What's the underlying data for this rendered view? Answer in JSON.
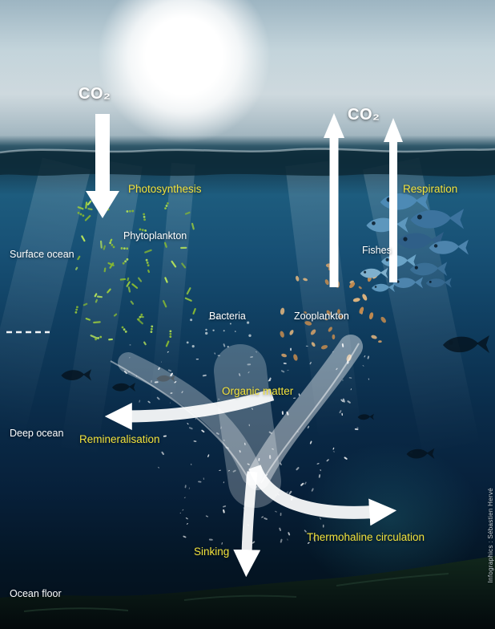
{
  "labels": {
    "co2_left": "CO₂",
    "co2_right": "CO₂",
    "photosynthesis": "Photosynthesis",
    "phytoplankton": "Phytoplankton",
    "surface_ocean": "Surface ocean",
    "fishes": "Fishes",
    "respiration": "Respiration",
    "bacteria": "Bacteria",
    "zooplankton": "Zooplankton",
    "organic_matter": "Organic matter",
    "deep_ocean": "Deep ocean",
    "remineralisation": "Remineralisation",
    "thermohaline_circulation": "Thermohaline circulation",
    "sinking": "Sinking",
    "ocean_floor": "Ocean floor"
  },
  "credit": "Infographics : Sébastien Hervé",
  "colors": {
    "label_yellow": "#f2e23c",
    "label_white": "#ffffff",
    "arrow_white": "#ffffff",
    "phytoplankton_green": "#9ccc3c",
    "zooplankton_orange": "#d9a368",
    "fish_blue": "#4d87b0",
    "organic_matter_white": "#ffffff"
  }
}
